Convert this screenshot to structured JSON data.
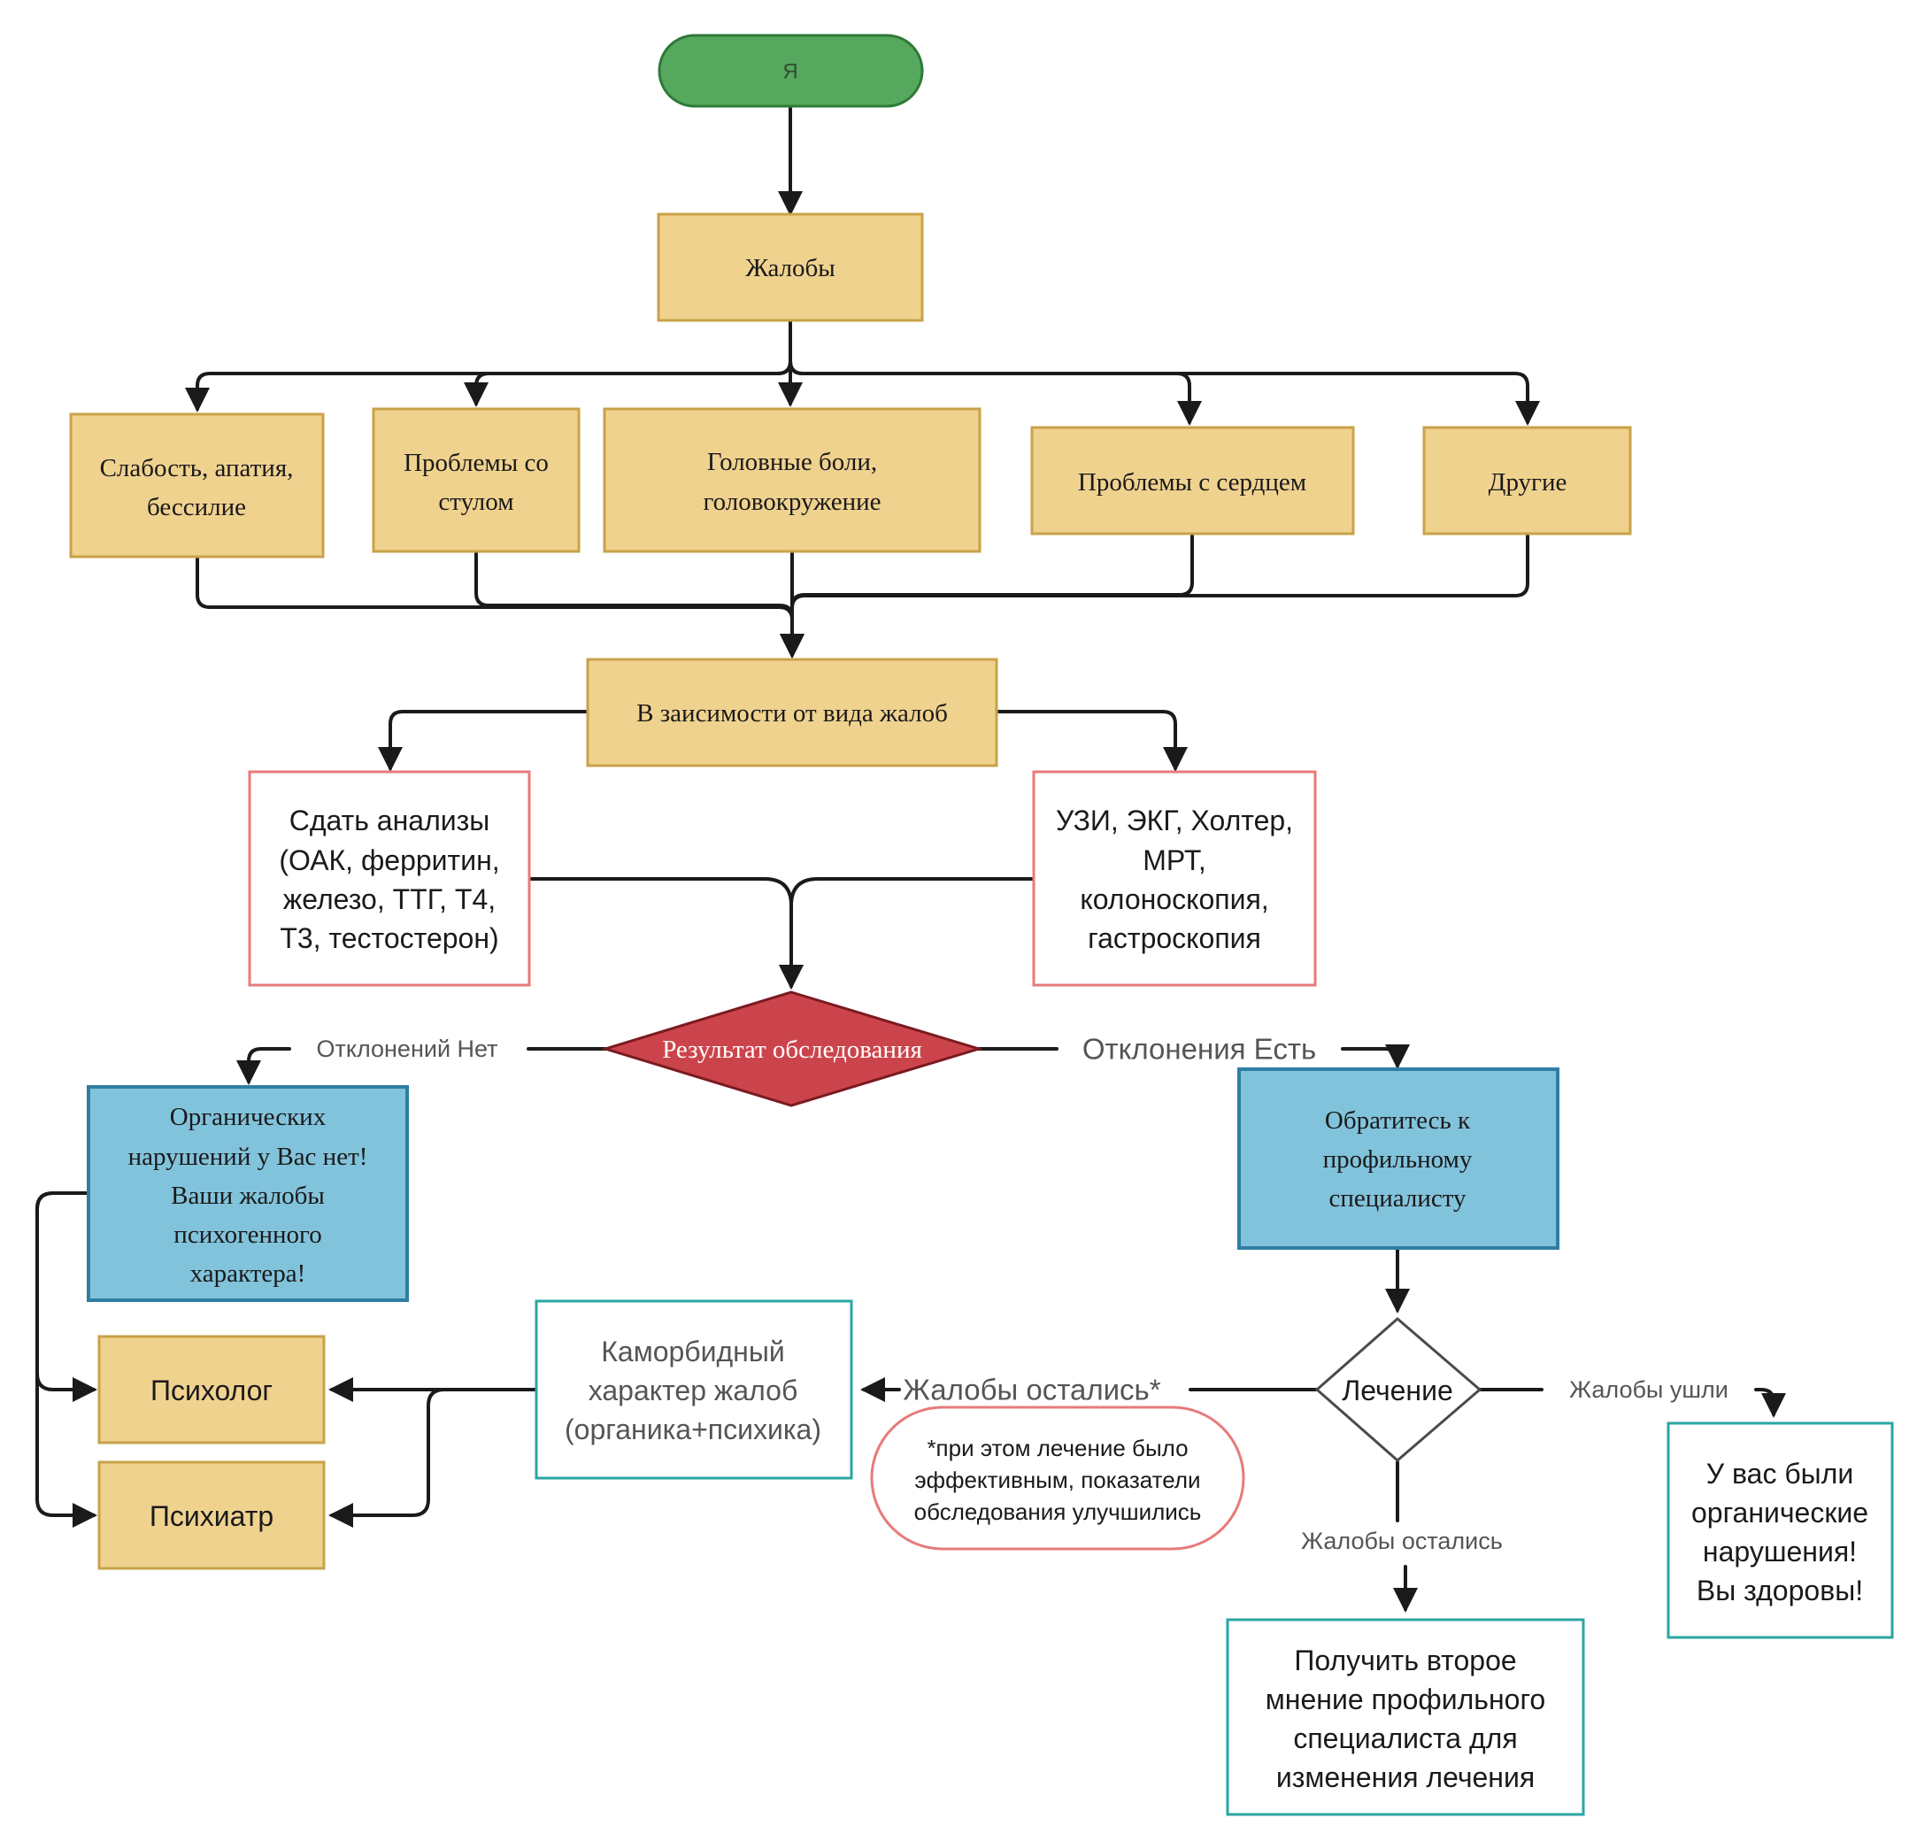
{
  "colors": {
    "start_fill": "#57a85f",
    "start_stroke": "#2e7a36",
    "yellow_fill": "#f0d28f",
    "yellow_stroke": "#c9a24a",
    "red_outline": "#e87a7a",
    "blue_fill": "#82c3dc",
    "blue_stroke": "#2f7ea3",
    "teal_outline": "#2aa6a3",
    "diamond_fill": "#cc444b",
    "diamond_stroke": "#7b1a20",
    "line": "#1a1a1a"
  },
  "nodes": {
    "start": "Я",
    "complaints": "Жалобы",
    "weakness": [
      "Слабость, апатия,",
      "бессилие"
    ],
    "stool": [
      "Проблемы со",
      "стулом"
    ],
    "headache": [
      "Головные  боли,",
      "головокружение"
    ],
    "heart": "Проблемы с сердцем",
    "other": "Другие",
    "depending": "В заисимости от вида жалоб",
    "tests": [
      "Сдать анализы",
      "(ОАК, ферритин,",
      "железо, ТТГ, Т4,",
      "Т3, тестостерон)"
    ],
    "exams": [
      "УЗИ, ЭКГ, Холтер,",
      "МРТ,",
      "колоноскопия,",
      "гастроскопия"
    ],
    "result": "Результат  обследования",
    "no_organic": [
      "Органических",
      "нарушений у Вас нет!",
      "Ваши жалобы",
      "психогенного",
      "характера!"
    ],
    "specialist": [
      "Обратитесь к",
      "профильному",
      "специалисту"
    ],
    "psychologist": "Психолог",
    "psychiatrist": "Психиатр",
    "comorbid": [
      "Каморбидный",
      "характер жалоб",
      "(органика+психика)"
    ],
    "treatment": "Лечение",
    "note": [
      "*при этом лечение было",
      "эффективным, показатели",
      "обследования улучшились"
    ],
    "healthy": [
      "У вас были",
      "органические",
      "нарушения!",
      "Вы здоровы!"
    ],
    "second_opinion": [
      "Получить второе",
      "мнение профильного",
      "специалиста для",
      "изменения лечения"
    ]
  },
  "edge_labels": {
    "no_deviations": "Отклонений Нет",
    "deviations_yes": "Отклонения Есть",
    "complaints_remain_star": "Жалобы остались*",
    "complaints_gone": "Жалобы ушли",
    "complaints_remain": "Жалобы остались"
  }
}
